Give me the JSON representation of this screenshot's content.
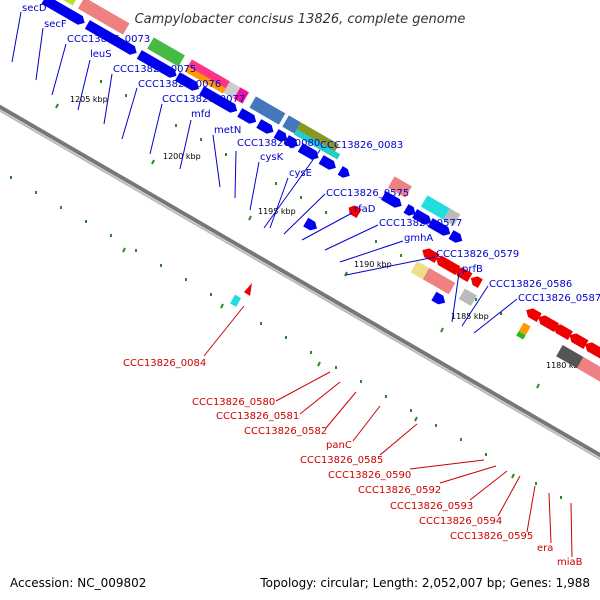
{
  "title": "Campylobacter concisus 13826, complete genome",
  "footer": {
    "accession": "Accession: NC_009802",
    "summary": "Topology: circular; Length: 2,052,007 bp; Genes: 1,988"
  },
  "ruler_labels": [
    "1205 kbp",
    "1200 kbp",
    "1195 kbp",
    "1190 kbp",
    "1185 kbp",
    "1180 kbp"
  ],
  "top_labels": [
    "secD",
    "secF",
    "CCC13826_0073",
    "leuS",
    "CCC13826_0075",
    "CCC13826_0076",
    "CCC13826_0077",
    "mfd",
    "metN",
    "CCC13826_0080",
    "cysK",
    "CCC13826_0083",
    "cysE",
    "CCC13826_0575",
    "rfaD",
    "CCC13826_0577",
    "gmhA",
    "CCC13826_0579",
    "prfB",
    "CCC13826_0586",
    "CCC13826_0587"
  ],
  "bottom_labels": [
    "CCC13826_0084",
    "CCC13826_0580",
    "CCC13826_0581",
    "CCC13826_0582",
    "panC",
    "CCC13826_0585",
    "CCC13826_0590",
    "CCC13826_0592",
    "CCC13826_0593",
    "CCC13826_0594",
    "CCC13826_0595",
    "era",
    "miaB"
  ],
  "colors": {
    "top_label": "#0000cc",
    "bottom_label": "#cc0000",
    "backbone": "#777777",
    "forward_arrow": "#0000ee",
    "reverse_arrow": "#ee0000",
    "tick": "#2a8a2a"
  }
}
